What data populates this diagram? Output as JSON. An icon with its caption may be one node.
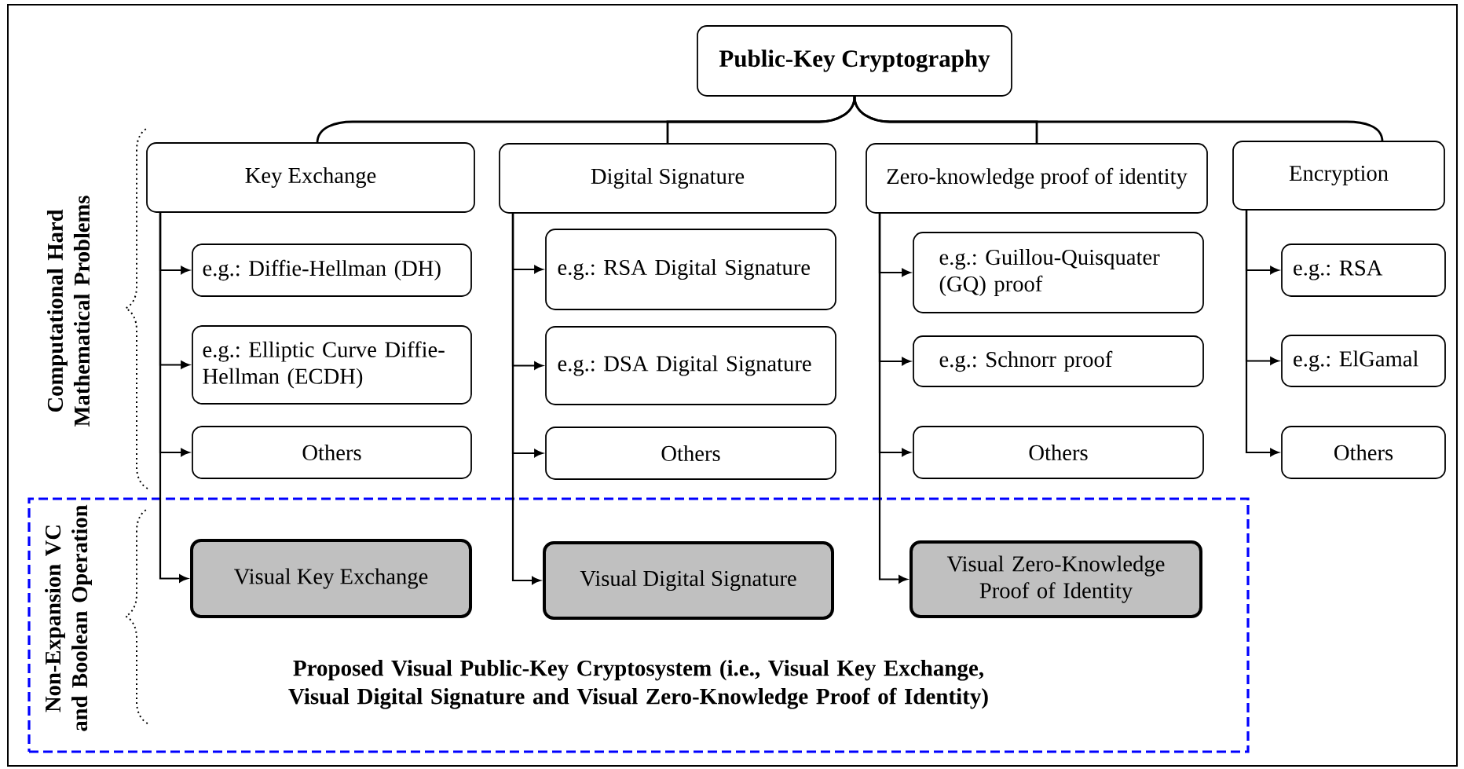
{
  "diagram": {
    "nodes": [
      {
        "text": [
          "Public-Key Cryptography"
        ]
      },
      {
        "text": [
          "Key Exchange"
        ]
      },
      {
        "text": [
          "Digital Signature"
        ]
      },
      {
        "text": [
          "Zero-knowledge proof of identity"
        ]
      },
      {
        "text": [
          "Encryption"
        ]
      },
      {
        "text": [
          "e.g.: Diffie-Hellman (DH)"
        ]
      },
      {
        "text": [
          "e.g.: RSA Digital Signature"
        ]
      },
      {
        "text": [
          "e.g.: Guillou-Quisquater (GQ) proof"
        ]
      },
      {
        "text": [
          "e.g.: RSA"
        ]
      },
      {
        "text": [
          "e.g.: Elliptic Curve Diffie-Hellman (ECDH)"
        ]
      },
      {
        "text": [
          "e.g.: DSA Digital Signature"
        ]
      },
      {
        "text": [
          "e.g.: Schnorr proof"
        ]
      },
      {
        "text": [
          "e.g.: ElGamal"
        ]
      },
      {
        "text": [
          "Others"
        ]
      },
      {
        "text": [
          "Others"
        ]
      },
      {
        "text": [
          "Others"
        ]
      },
      {
        "text": [
          "Others"
        ]
      },
      {
        "text": [
          "Proposed Visual Public-Key Cryptosystem (i.e., Visual Key Exchange, Visual Digital Signature and Visual Zero-Knowledge Proof of Identity)"
        ]
      },
      {
        "text": [
          "Visual Key Exchange"
        ],
        "in": 17
      },
      {
        "text": [
          "Visual Digital Signature"
        ],
        "in": 17
      },
      {
        "text": [
          "Visual Zero-Knowledge Proof of Identity"
        ],
        "in": 17
      }
    ],
    "edges": [
      {
        "from": 0,
        "to": 1,
        "arrow": "none"
      },
      {
        "from": 0,
        "to": 2,
        "arrow": "none"
      },
      {
        "from": 0,
        "to": 3,
        "arrow": "none"
      },
      {
        "from": 0,
        "to": 4,
        "arrow": "none"
      },
      {
        "from": 1,
        "to": 5,
        "arrow": "to"
      },
      {
        "from": 1,
        "to": 9,
        "arrow": "to"
      },
      {
        "from": 1,
        "to": 13,
        "arrow": "to"
      },
      {
        "from": 1,
        "to": 18,
        "arrow": "to"
      },
      {
        "from": 2,
        "to": 6,
        "arrow": "to"
      },
      {
        "from": 2,
        "to": 10,
        "arrow": "to"
      },
      {
        "from": 2,
        "to": 14,
        "arrow": "to"
      },
      {
        "from": 2,
        "to": 19,
        "arrow": "to"
      },
      {
        "from": 3,
        "to": 7,
        "arrow": "to"
      },
      {
        "from": 3,
        "to": 11,
        "arrow": "to"
      },
      {
        "from": 3,
        "to": 15,
        "arrow": "to"
      },
      {
        "from": 3,
        "to": 20,
        "arrow": "to"
      },
      {
        "from": 4,
        "to": 8,
        "arrow": "to"
      },
      {
        "from": 4,
        "to": 12,
        "arrow": "to"
      },
      {
        "from": 4,
        "to": 16,
        "arrow": "to"
      }
    ],
    "labels": [
      "Computational Hard Mathematical Problems",
      "Non-Expansion VC and Boolean Operation"
    ]
  }
}
